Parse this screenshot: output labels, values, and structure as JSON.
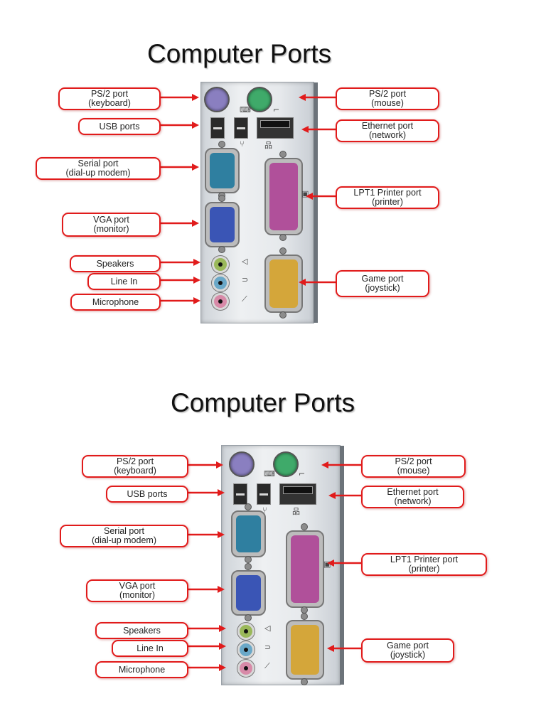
{
  "title": "Computer Ports",
  "labels": {
    "ps2_keyboard": [
      "PS/2 port",
      "(keyboard)"
    ],
    "ps2_mouse": [
      "PS/2 port",
      "(mouse)"
    ],
    "usb": [
      "USB ports"
    ],
    "ethernet": [
      "Ethernet port",
      "(network)"
    ],
    "serial": [
      "Serial port",
      "(dial-up modem)"
    ],
    "lpt1": [
      "LPT1 Printer port",
      "(printer)"
    ],
    "vga": [
      "VGA port",
      "(monitor)"
    ],
    "speakers": [
      "Speakers"
    ],
    "line_in": [
      "Line In"
    ],
    "game": [
      "Game port",
      "(joystick)"
    ],
    "microphone": [
      "Microphone"
    ]
  },
  "colors": {
    "label_border": "#e11b1b",
    "arrow": "#e11b1b",
    "ps2_keyboard": "#8a7fc0",
    "ps2_mouse": "#3faa6a",
    "serial": "#2f7fa0",
    "vga": "#3a55b5",
    "lpt1": "#b0509a",
    "game": "#d4a63a",
    "speakers": "#9ab85a",
    "line_in": "#6aa8c8",
    "microphone": "#d88aa8"
  },
  "icons": [
    "keyboard-icon",
    "mouse-icon",
    "usb-icon",
    "network-icon",
    "printer-icon",
    "speaker-icon",
    "line-in-icon",
    "microphone-icon"
  ]
}
